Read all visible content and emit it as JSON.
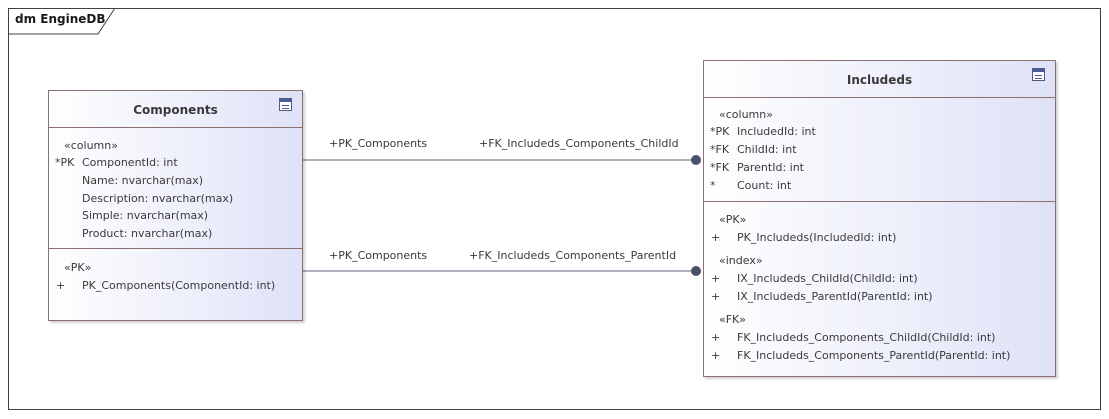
{
  "diagram": {
    "title": "dm EngineDB"
  },
  "components": {
    "title": "Components",
    "icon": "table-icon",
    "column_stereotype": "«column»",
    "columns": [
      {
        "marker": "*PK",
        "text": "ComponentId: int"
      },
      {
        "marker": "",
        "text": "Name: nvarchar(max)"
      },
      {
        "marker": "",
        "text": "Description: nvarchar(max)"
      },
      {
        "marker": "",
        "text": "Simple: nvarchar(max)"
      },
      {
        "marker": "",
        "text": "Product: nvarchar(max)"
      }
    ],
    "pk_stereotype": "«PK»",
    "pk_ops": [
      {
        "marker": "+",
        "text": "PK_Components(ComponentId: int)"
      }
    ]
  },
  "includeds": {
    "title": "Includeds",
    "icon": "table-icon",
    "column_stereotype": "«column»",
    "columns": [
      {
        "marker": "*PK",
        "text": "IncludedId: int"
      },
      {
        "marker": "*FK",
        "text": "ChildId: int"
      },
      {
        "marker": "*FK",
        "text": "ParentId: int"
      },
      {
        "marker": "*",
        "text": "Count: int"
      }
    ],
    "pk_stereotype": "«PK»",
    "pk_ops": [
      {
        "marker": "+",
        "text": "PK_Includeds(IncludedId: int)"
      }
    ],
    "index_stereotype": "«index»",
    "index_ops": [
      {
        "marker": "+",
        "text": "IX_Includeds_ChildId(ChildId: int)"
      },
      {
        "marker": "+",
        "text": "IX_Includeds_ParentId(ParentId: int)"
      }
    ],
    "fk_stereotype": "«FK»",
    "fk_ops": [
      {
        "marker": "+",
        "text": "FK_Includeds_Components_ChildId(ChildId: int)"
      },
      {
        "marker": "+",
        "text": "FK_Includeds_Components_ParentId(ParentId: int)"
      }
    ]
  },
  "connectors": [
    {
      "source_role": "+PK_Components",
      "target_role": "+FK_Includeds_Components_ChildId"
    },
    {
      "source_role": "+PK_Components",
      "target_role": "+FK_Includeds_Components_ParentId"
    }
  ],
  "colors": {
    "frame_border": "#404040",
    "entity_border": "#8a7070",
    "entity_fill_start": "#ffffff",
    "entity_fill_end": "#dfe2f7",
    "connector_line": "#5a6478",
    "connector_end": "#4a5068"
  }
}
